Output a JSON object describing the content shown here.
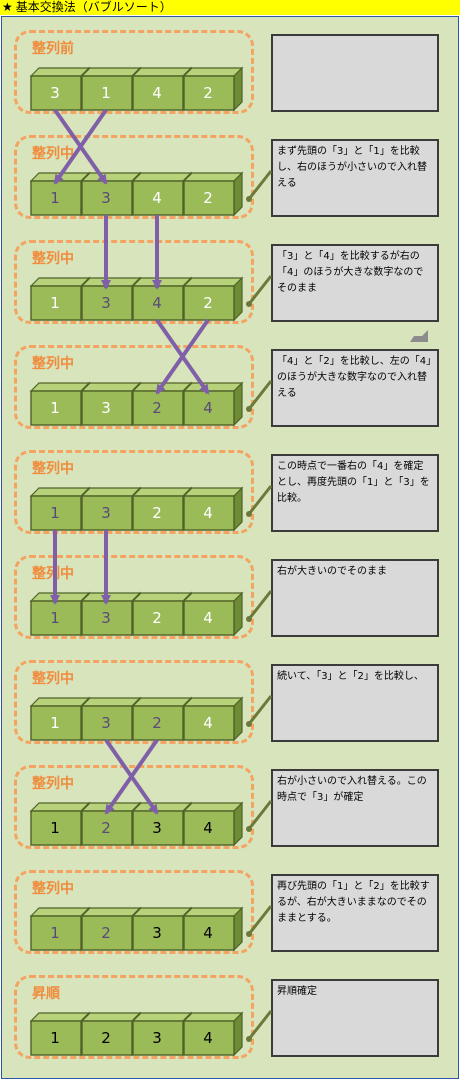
{
  "title": "基本交換法（バブルソート）",
  "title_icon": "black-star-icon",
  "colors": {
    "title_bg": "#ffff00",
    "panel_bg": "#d8e4bc",
    "stage_border": "#f4a460",
    "stage_label": "#f08c3c",
    "cube_front": "#9bbb59",
    "cube_top": "#b7d27a",
    "cube_side": "#6e8c35",
    "cube_edge": "#4f6228",
    "arrow": "#7f60a8",
    "note_bg": "#d9d9d9",
    "connector": "#6b7a3a"
  },
  "stages": [
    {
      "label": "整列前",
      "values": [
        "3",
        "1",
        "4",
        "2"
      ],
      "dim": [
        false,
        false,
        false,
        false
      ],
      "note": ""
    },
    {
      "label": "整列中",
      "values": [
        "1",
        "3",
        "4",
        "2"
      ],
      "dim": [
        true,
        true,
        false,
        false
      ],
      "note": "まず先頭の「3」と「1」を比較し、右のほうが小さいので入れ替える"
    },
    {
      "label": "整列中",
      "values": [
        "1",
        "3",
        "4",
        "2"
      ],
      "dim": [
        false,
        true,
        true,
        false
      ],
      "note": "「3」と「4」を比較するが右の「4」のほうが大きな数字なのでそのまま"
    },
    {
      "label": "整列中",
      "values": [
        "1",
        "3",
        "2",
        "4"
      ],
      "dim": [
        false,
        false,
        true,
        true
      ],
      "note": "「4」と「2」を比較し、左の「4」のほうが大きな数字なので入れ替える"
    },
    {
      "label": "整列中",
      "values": [
        "1",
        "3",
        "2",
        "4"
      ],
      "dim": [
        true,
        true,
        false,
        false
      ],
      "note": "この時点で一番右の「4」を確定とし、再度先頭の「1」と「3」を比較。"
    },
    {
      "label": "整列中",
      "values": [
        "1",
        "3",
        "2",
        "4"
      ],
      "dim": [
        true,
        true,
        false,
        false
      ],
      "note": "右が大きいのでそのまま"
    },
    {
      "label": "整列中",
      "values": [
        "1",
        "3",
        "2",
        "4"
      ],
      "dim": [
        false,
        true,
        true,
        false
      ],
      "note": "続いて、「3」と「2」を比較し、"
    },
    {
      "label": "整列中",
      "values": [
        "1",
        "2",
        "3",
        "4"
      ],
      "dim": [
        false,
        true,
        false,
        false
      ],
      "note": "右が小さいので入れ替える。この時点で「3」が確定"
    },
    {
      "label": "整列中",
      "values": [
        "1",
        "2",
        "3",
        "4"
      ],
      "dim": [
        true,
        true,
        false,
        false
      ],
      "note": "再び先頭の「1」と「2」を比較するが、右が大きいままなのでそのままとする。"
    },
    {
      "label": "昇順",
      "values": [
        "1",
        "2",
        "3",
        "4"
      ],
      "dim": [
        false,
        false,
        false,
        false
      ],
      "note": "昇順確定"
    }
  ],
  "transitions": [
    {
      "from_stage": 0,
      "arrows": [
        [
          1,
          0
        ],
        [
          0,
          1
        ]
      ]
    },
    {
      "from_stage": 1,
      "arrows": [
        [
          1,
          1
        ],
        [
          2,
          2
        ]
      ]
    },
    {
      "from_stage": 2,
      "arrows": [
        [
          2,
          3
        ],
        [
          3,
          2
        ]
      ]
    },
    {
      "from_stage": 4,
      "arrows": [
        [
          0,
          0
        ],
        [
          1,
          1
        ]
      ]
    },
    {
      "from_stage": 6,
      "arrows": [
        [
          1,
          2
        ],
        [
          2,
          1
        ]
      ]
    }
  ]
}
